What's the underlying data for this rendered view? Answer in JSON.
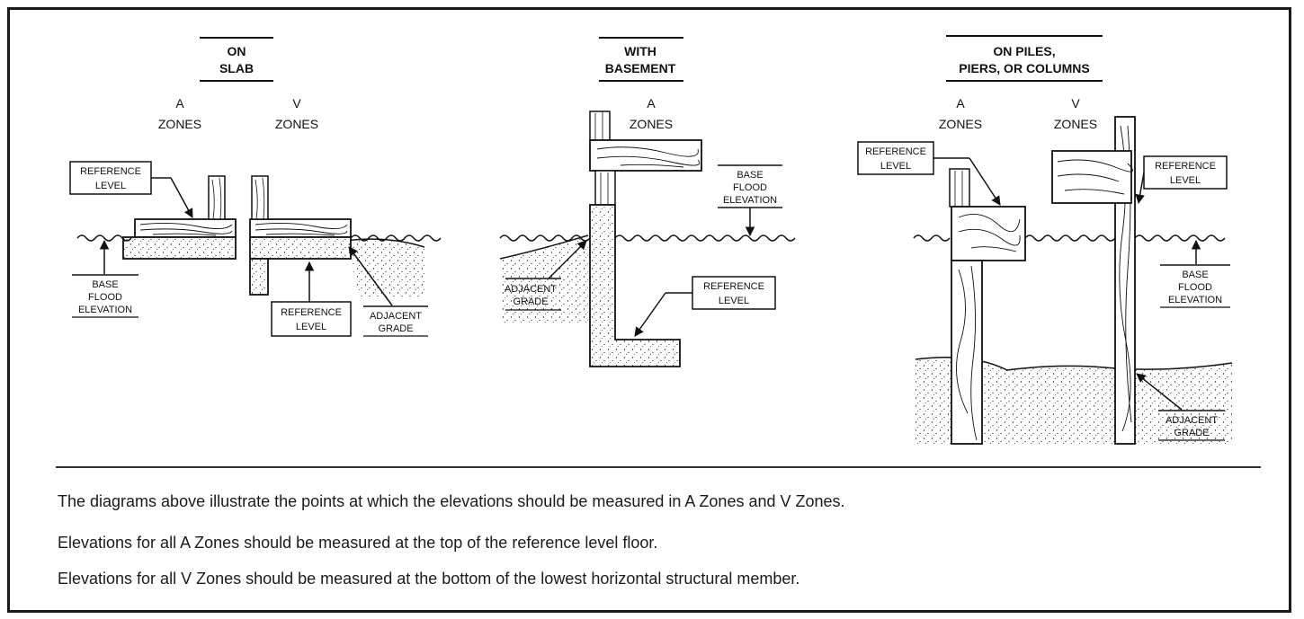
{
  "panels": [
    {
      "heading": [
        "ON",
        "SLAB"
      ],
      "zones": [
        [
          "A",
          "ZONES"
        ],
        [
          "V",
          "ZONES"
        ]
      ],
      "labels": {
        "ref_a": [
          "REFERENCE",
          "LEVEL"
        ],
        "ref_v": [
          "REFERENCE",
          "LEVEL"
        ],
        "bfe": [
          "BASE",
          "FLOOD",
          "ELEVATION"
        ],
        "grade": [
          "ADJACENT",
          "GRADE"
        ]
      }
    },
    {
      "heading": [
        "WITH",
        "BASEMENT"
      ],
      "zones": [
        [
          "A",
          "ZONES"
        ]
      ],
      "labels": {
        "bfe": [
          "BASE",
          "FLOOD",
          "ELEVATION"
        ],
        "grade": [
          "ADJACENT",
          "GRADE"
        ],
        "ref": [
          "REFERENCE",
          "LEVEL"
        ]
      }
    },
    {
      "heading": [
        "ON PILES,",
        "PIERS, OR COLUMNS"
      ],
      "zones": [
        [
          "A",
          "ZONES"
        ],
        [
          "V",
          "ZONES"
        ]
      ],
      "labels": {
        "ref_a": [
          "REFERENCE",
          "LEVEL"
        ],
        "ref_v": [
          "REFERENCE",
          "LEVEL"
        ],
        "bfe": [
          "BASE",
          "FLOOD",
          "ELEVATION"
        ],
        "grade": [
          "ADJACENT",
          "GRADE"
        ]
      }
    }
  ],
  "notes": [
    "The diagrams above illustrate the points at which the elevations should be measured in A Zones and V Zones.",
    "Elevations for all A Zones should be measured at the top of the reference level floor.",
    "Elevations for all V Zones should be measured at the bottom of the lowest horizontal structural member."
  ]
}
